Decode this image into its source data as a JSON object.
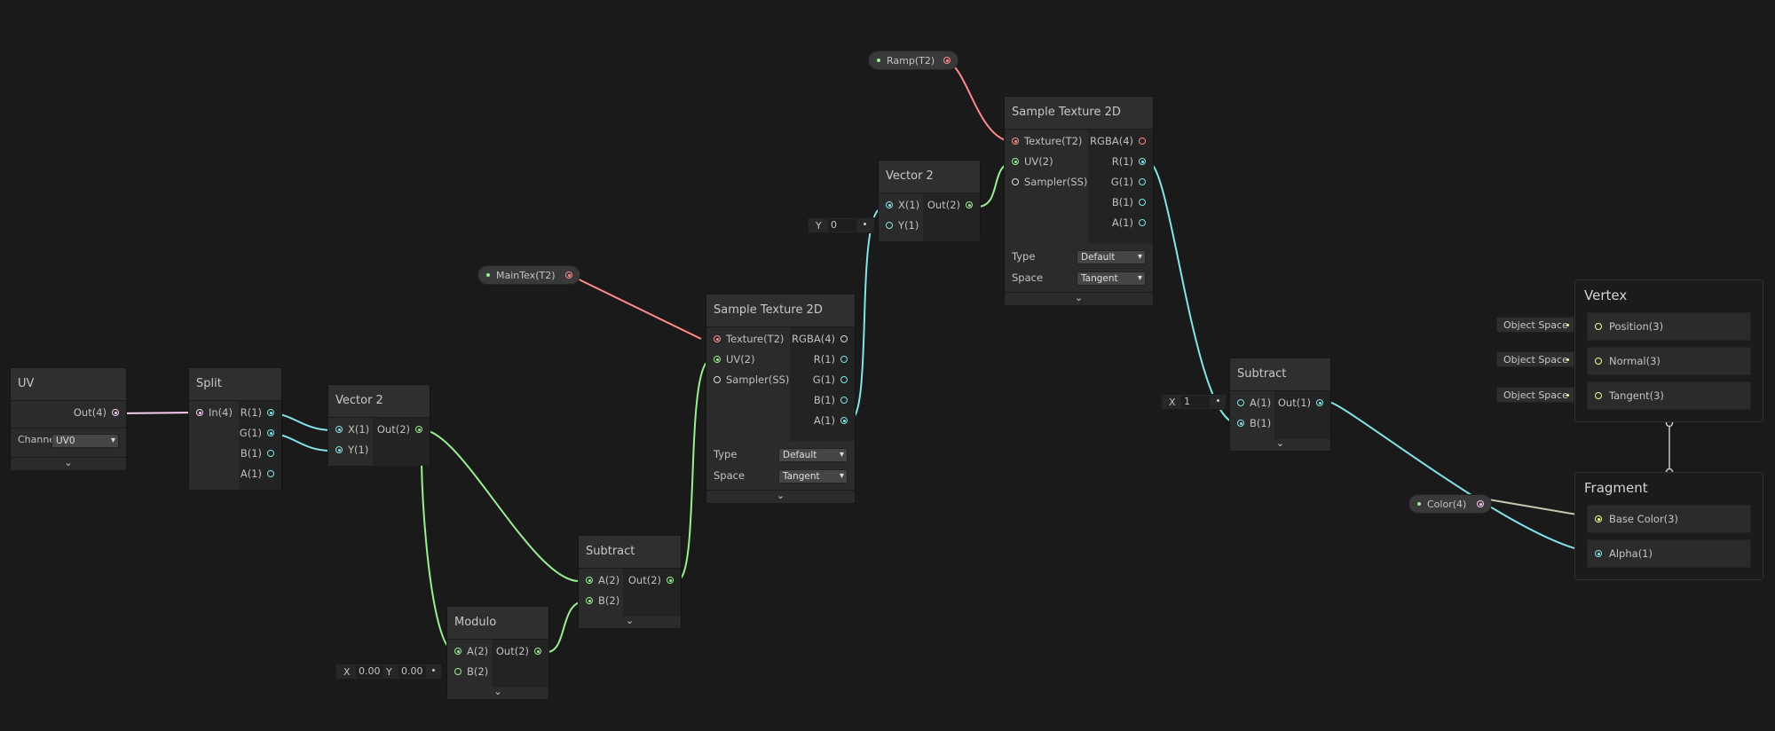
{
  "nodes": {
    "uv": {
      "title": "UV",
      "output": "Out(4)",
      "channel_label": "Channe",
      "channel_value": "UV0"
    },
    "split": {
      "title": "Split",
      "input": "In(4)",
      "outputs": [
        "R(1)",
        "G(1)",
        "B(1)",
        "A(1)"
      ]
    },
    "vector2_a": {
      "title": "Vector 2",
      "inputs": [
        "X(1)",
        "Y(1)"
      ],
      "output": "Out(2)"
    },
    "modulo": {
      "title": "Modulo",
      "inputs": [
        "A(2)",
        "B(2)"
      ],
      "output": "Out(2)"
    },
    "subtract_a": {
      "title": "Subtract",
      "inputs": [
        "A(2)",
        "B(2)"
      ],
      "output": "Out(2)"
    },
    "sample_tex_a": {
      "title": "Sample Texture 2D",
      "inputs": [
        "Texture(T2)",
        "UV(2)",
        "Sampler(SS)"
      ],
      "outputs": [
        "RGBA(4)",
        "R(1)",
        "G(1)",
        "B(1)",
        "A(1)"
      ],
      "type_label": "Type",
      "type_value": "Default",
      "space_label": "Space",
      "space_value": "Tangent"
    },
    "vector2_b": {
      "title": "Vector 2",
      "inputs": [
        "X(1)",
        "Y(1)"
      ],
      "output": "Out(2)"
    },
    "sample_tex_b": {
      "title": "Sample Texture 2D",
      "inputs": [
        "Texture(T2)",
        "UV(2)",
        "Sampler(SS)"
      ],
      "outputs": [
        "RGBA(4)",
        "R(1)",
        "G(1)",
        "B(1)",
        "A(1)"
      ],
      "type_label": "Type",
      "type_value": "Default",
      "space_label": "Space",
      "space_value": "Tangent"
    },
    "subtract_b": {
      "title": "Subtract",
      "inputs": [
        "A(1)",
        "B(1)"
      ],
      "output": "Out(1)"
    }
  },
  "properties": {
    "maintex": "MainTex(T2)",
    "ramp": "Ramp(T2)",
    "color": "Color(4)"
  },
  "inline_inputs": {
    "modulo_b": {
      "x_label": "X",
      "x_value": "0.00",
      "y_label": "Y",
      "y_value": "0.00"
    },
    "vector2_b_y": {
      "label": "Y",
      "value": "0"
    },
    "subtract_b_a": {
      "label": "X",
      "value": "1"
    }
  },
  "master": {
    "vertex": {
      "title": "Vertex",
      "blocks": [
        "Position(3)",
        "Normal(3)",
        "Tangent(3)"
      ],
      "space_labels": [
        "Object Space",
        "Object Space",
        "Object Space"
      ]
    },
    "fragment": {
      "title": "Fragment",
      "blocks": [
        "Base Color(3)",
        "Alpha(1)"
      ]
    }
  },
  "colors": {
    "vector1": "#84e4e7",
    "vector2": "#9aef92",
    "vector3": "#f6ff9a",
    "vector4": "#fbcbf4",
    "texture": "#ff8b8b"
  },
  "icons": {
    "collapse": "chevron-down-icon"
  }
}
